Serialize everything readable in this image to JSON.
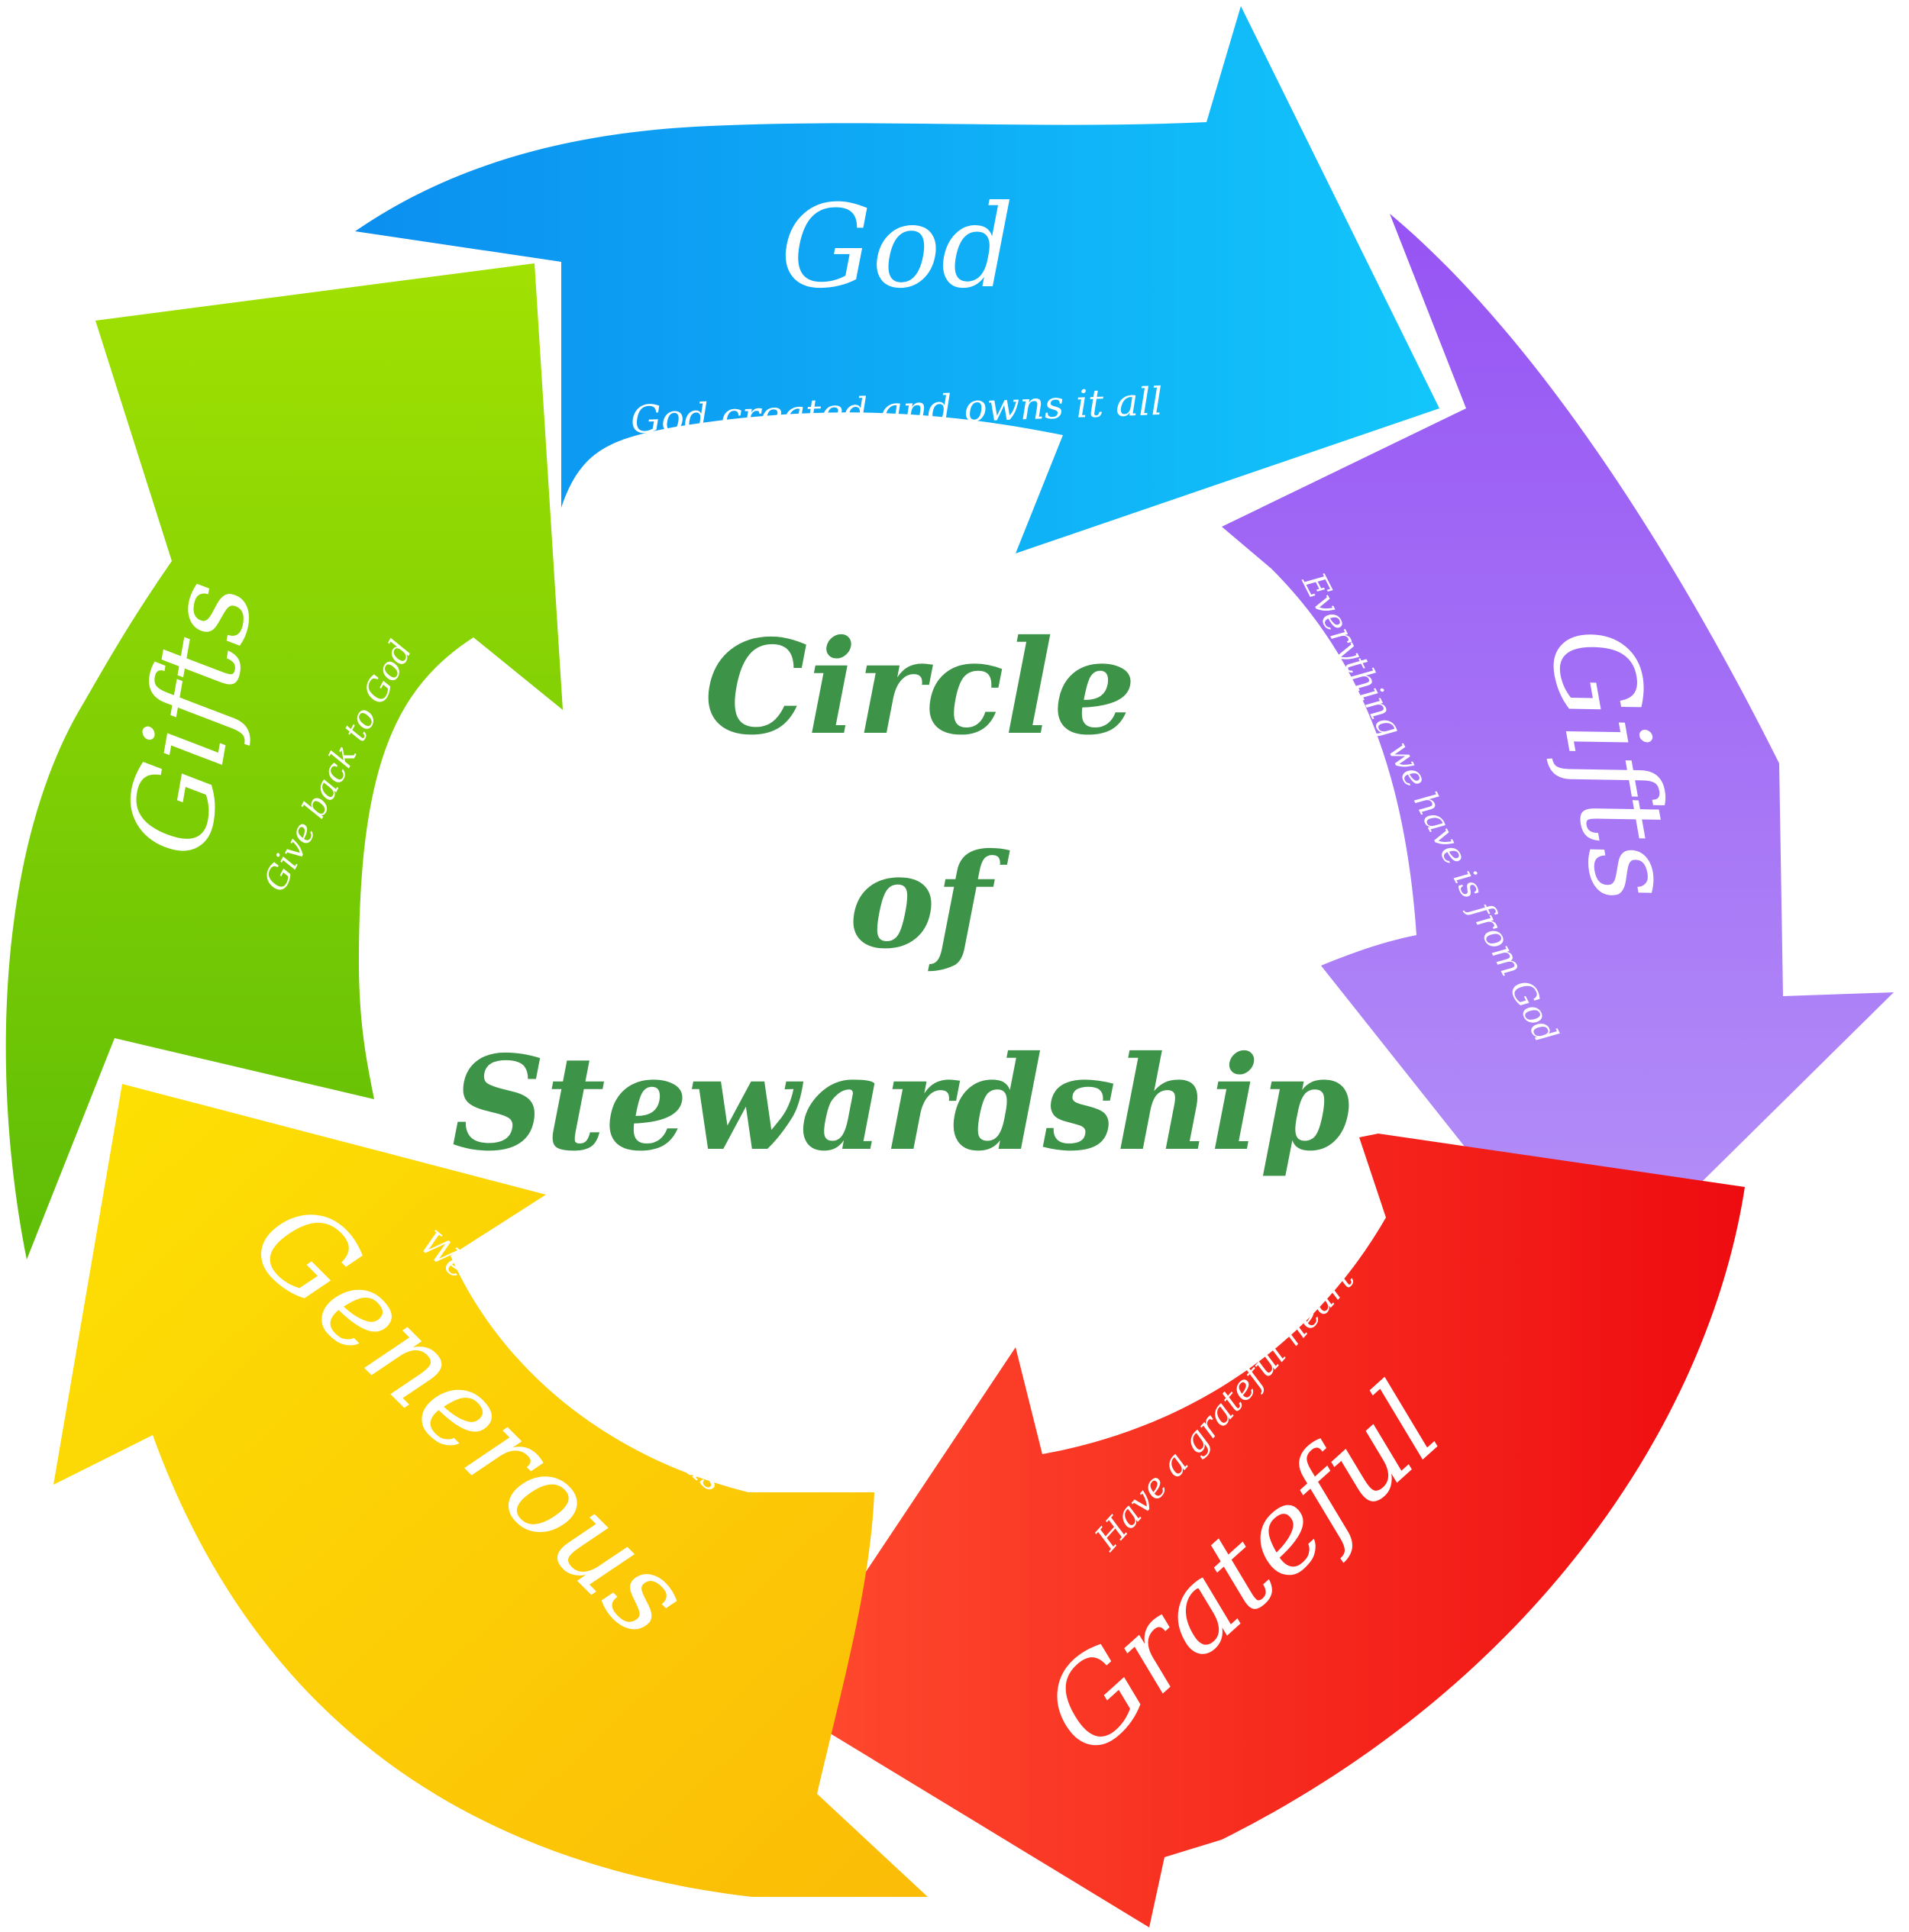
{
  "center": {
    "line1": "Circle",
    "line2": "of",
    "line3": "Stewardship",
    "color": "#3d9449"
  },
  "segments": [
    {
      "id": "god",
      "title": "God",
      "subtitle": "God created and owns it all",
      "colors": [
        "#0b8ff0",
        "#12c6fb"
      ]
    },
    {
      "id": "gifts-from-god",
      "title": "Gifts",
      "subtitle": "Everything we have is from God",
      "colors": [
        "#9654f4",
        "#b592f8"
      ]
    },
    {
      "id": "grateful",
      "title": "Grateful",
      "subtitle": "Have a grateful heart",
      "colors": [
        "#ff4b2e",
        "#ee0c10"
      ]
    },
    {
      "id": "generous",
      "title": "Generous",
      "subtitle": "We are to be generous",
      "colors": [
        "#fde103",
        "#fbbc07"
      ]
    },
    {
      "id": "gifts-back",
      "title": "Gifts",
      "subtitle": "Give back to God",
      "colors": [
        "#5ebd06",
        "#a1e102"
      ]
    }
  ]
}
